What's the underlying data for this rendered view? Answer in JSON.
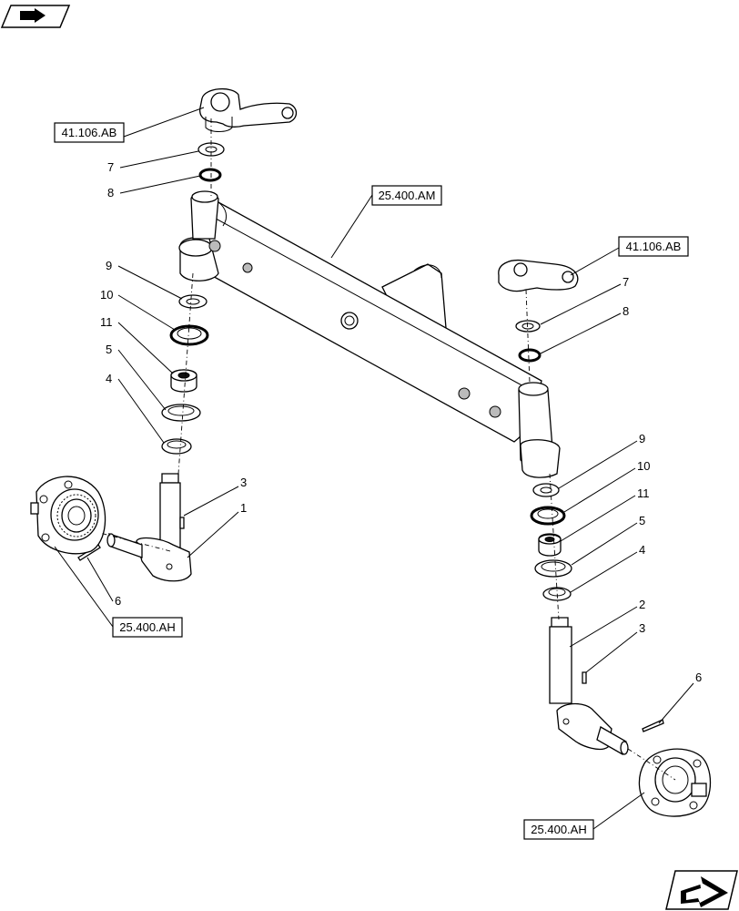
{
  "refs": {
    "steering_arm_left": "41.106.AB",
    "steering_arm_right": "41.106.AB",
    "axle_beam": "25.400.AM",
    "hub_left": "25.400.AH",
    "hub_right": "25.400.AH"
  },
  "callouts_left": {
    "c7": "7",
    "c8": "8",
    "c9": "9",
    "c10": "10",
    "c11": "11",
    "c5": "5",
    "c4": "4",
    "c3": "3",
    "c1": "1",
    "c6": "6"
  },
  "callouts_right": {
    "c7": "7",
    "c8": "8",
    "c9": "9",
    "c10": "10",
    "c11": "11",
    "c5": "5",
    "c4": "4",
    "c2": "2",
    "c3": "3",
    "c6": "6"
  },
  "icons": {
    "top_left": "previous-page-icon",
    "bottom_right": "next-page-icon"
  }
}
